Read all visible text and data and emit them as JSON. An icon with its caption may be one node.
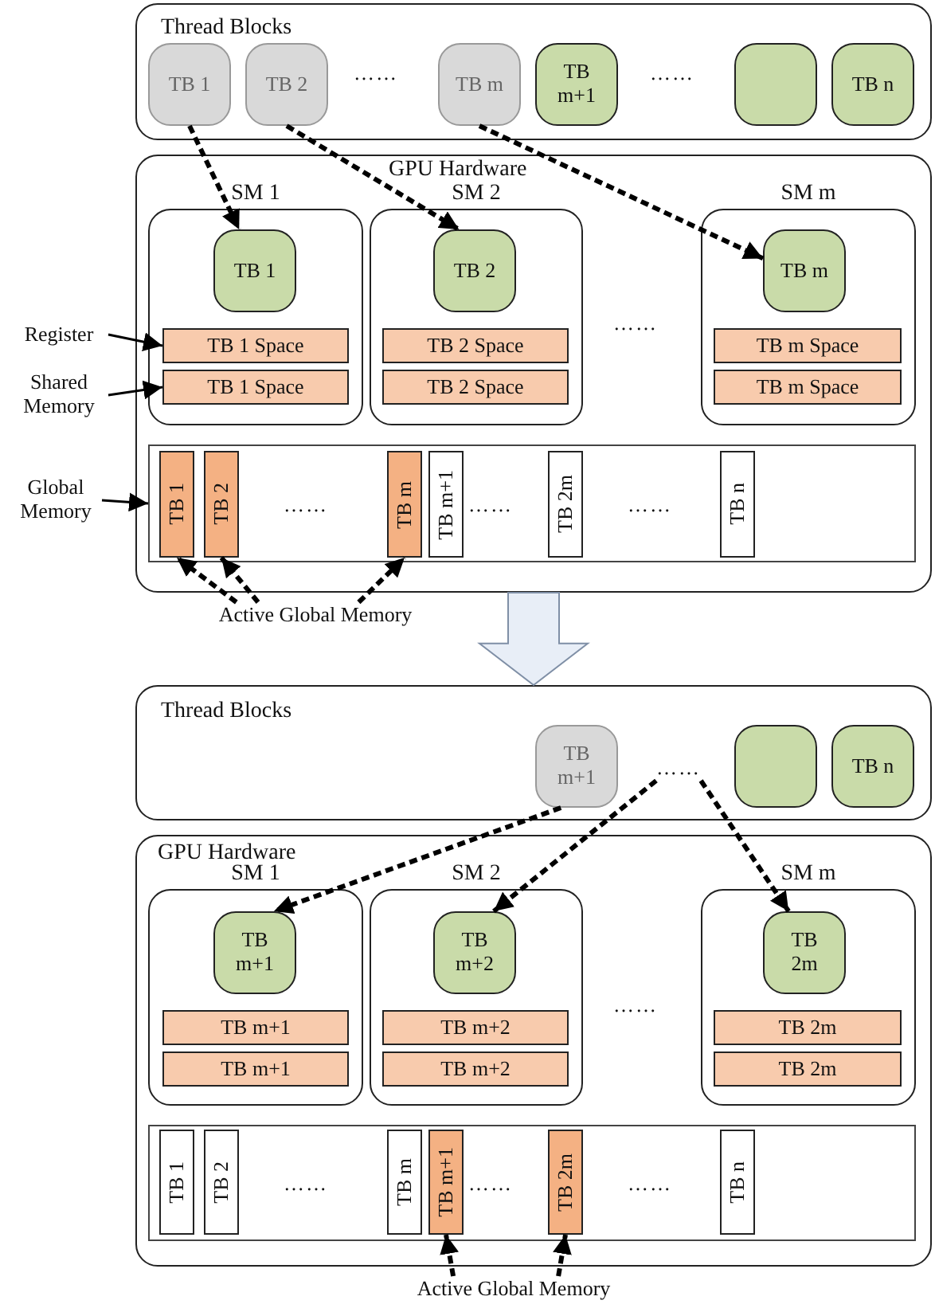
{
  "diagram": {
    "nodes": [
      {
        "text": [
          "Thread Blocks"
        ]
      },
      {
        "text": [
          "TB 1"
        ],
        "in": 0
      },
      {
        "text": [
          "TB 2"
        ],
        "in": 0
      },
      {
        "text": [
          "TB m"
        ],
        "in": 0
      },
      {
        "text": [
          "TB m+1"
        ],
        "in": 0
      },
      {
        "text": [],
        "shape": "box",
        "in": 0
      },
      {
        "text": [
          "TB n"
        ],
        "in": 0
      },
      {
        "text": [
          "GPU Hardware"
        ]
      },
      {
        "text": [
          "SM 1"
        ],
        "in": 7
      },
      {
        "text": [
          "TB 1"
        ],
        "in": 8
      },
      {
        "text": [
          "TB 1 Space"
        ],
        "in": 8
      },
      {
        "text": [
          "TB 1 Space"
        ],
        "in": 8
      },
      {
        "text": [
          "SM 2"
        ],
        "in": 7
      },
      {
        "text": [
          "TB 2"
        ],
        "in": 12
      },
      {
        "text": [
          "TB 2 Space"
        ],
        "in": 12
      },
      {
        "text": [
          "TB 2 Space"
        ],
        "in": 12
      },
      {
        "text": [
          "SM m"
        ],
        "in": 7
      },
      {
        "text": [
          "TB m"
        ],
        "in": 16
      },
      {
        "text": [
          "TB m Space"
        ],
        "in": 16
      },
      {
        "text": [
          "TB m Space"
        ],
        "in": 16
      },
      {
        "text": [],
        "shape": "box",
        "in": 7
      },
      {
        "text": [
          "TB 1"
        ],
        "in": 20
      },
      {
        "text": [
          "TB 2"
        ],
        "in": 20
      },
      {
        "text": [
          "TB m"
        ],
        "in": 20
      },
      {
        "text": [
          "TB m+1"
        ],
        "in": 20
      },
      {
        "text": [
          "TB 2m"
        ],
        "in": 20
      },
      {
        "text": [
          "TB n"
        ],
        "in": 20
      },
      {
        "text": [
          "Register"
        ]
      },
      {
        "text": [
          "Shared Memory"
        ]
      },
      {
        "text": [
          "Global Memory"
        ]
      },
      {
        "text": [
          "Active Global Memory"
        ]
      },
      {
        "text": [
          "Thread Blocks"
        ]
      },
      {
        "text": [
          "TB m+1"
        ],
        "in": 31
      },
      {
        "text": [
          "……"
        ],
        "in": 31
      },
      {
        "text": [],
        "shape": "box",
        "in": 31
      },
      {
        "text": [
          "TB n"
        ],
        "in": 31
      },
      {
        "text": [
          "GPU Hardware"
        ]
      },
      {
        "text": [
          "SM 1"
        ],
        "in": 36
      },
      {
        "text": [
          "TB m+1"
        ],
        "in": 37
      },
      {
        "text": [
          "TB m+1"
        ],
        "in": 37
      },
      {
        "text": [
          "TB m+1"
        ],
        "in": 37
      },
      {
        "text": [
          "SM 2"
        ],
        "in": 36
      },
      {
        "text": [
          "TB m+2"
        ],
        "in": 41
      },
      {
        "text": [
          "TB m+2"
        ],
        "in": 41
      },
      {
        "text": [
          "TB m+2"
        ],
        "in": 41
      },
      {
        "text": [
          "SM m"
        ],
        "in": 36
      },
      {
        "text": [
          "TB 2m"
        ],
        "in": 45
      },
      {
        "text": [
          "TB 2m"
        ],
        "in": 45
      },
      {
        "text": [
          "TB 2m"
        ],
        "in": 45
      },
      {
        "text": [],
        "shape": "box",
        "in": 36
      },
      {
        "text": [
          "TB 1"
        ],
        "in": 49
      },
      {
        "text": [
          "TB 2"
        ],
        "in": 49
      },
      {
        "text": [
          "TB m"
        ],
        "in": 49
      },
      {
        "text": [
          "TB m+1"
        ],
        "in": 49
      },
      {
        "text": [
          "TB 2m"
        ],
        "in": 49
      },
      {
        "text": [
          "TB n"
        ],
        "in": 49
      },
      {
        "text": [
          "Active Global Memory"
        ]
      }
    ],
    "edges": [
      {
        "from": 1,
        "to": 9,
        "arrow": "to",
        "style": "dashed"
      },
      {
        "from": 2,
        "to": 13,
        "arrow": "to",
        "style": "dashed"
      },
      {
        "from": 3,
        "to": 17,
        "arrow": "to",
        "style": "dashed"
      },
      {
        "from": 27,
        "to": 10,
        "arrow": "to"
      },
      {
        "from": 28,
        "to": 11,
        "arrow": "to"
      },
      {
        "from": 29,
        "to": 20,
        "arrow": "to"
      },
      {
        "from": 30,
        "to": 21,
        "arrow": "to",
        "style": "dashed"
      },
      {
        "from": 30,
        "to": 22,
        "arrow": "to",
        "style": "dashed"
      },
      {
        "from": 30,
        "to": 23,
        "arrow": "to",
        "style": "dashed"
      },
      {
        "from": 7,
        "to": 31,
        "arrow": "to",
        "style": "thick",
        "color": "#e8eef7"
      },
      {
        "from": 32,
        "to": 38,
        "arrow": "to",
        "style": "dashed"
      },
      {
        "from": 33,
        "to": 42,
        "arrow": "to",
        "style": "dashed"
      },
      {
        "from": 33,
        "to": 46,
        "arrow": "to",
        "style": "dashed"
      },
      {
        "from": 56,
        "to": 53,
        "arrow": "to",
        "style": "dashed"
      },
      {
        "from": 56,
        "to": 54,
        "arrow": "to",
        "style": "dashed"
      }
    ],
    "labels": [
      "……",
      "……",
      "……",
      "……",
      "……",
      "……",
      "……",
      "……",
      "……",
      "……"
    ]
  }
}
